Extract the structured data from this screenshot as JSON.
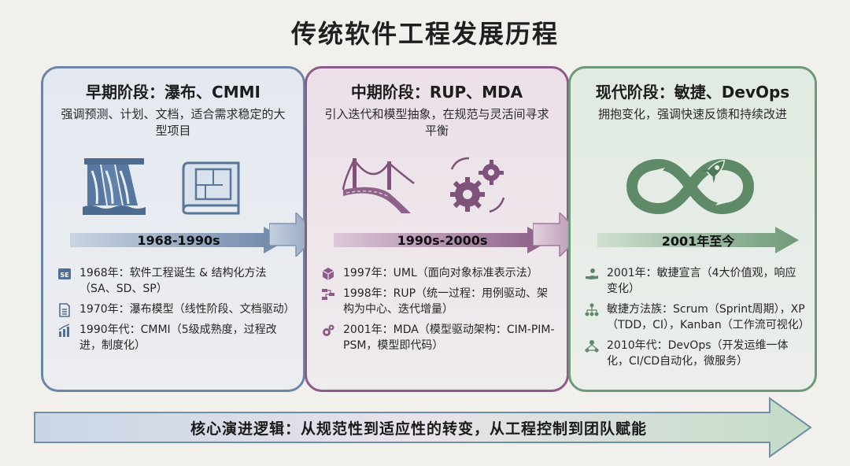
{
  "title": "传统软件工程发展历程",
  "colors": {
    "early": "#6d86a8",
    "mid": "#8a5c86",
    "modern": "#6f9a78"
  },
  "panels": [
    {
      "title": "早期阶段：瀑布、CMMI",
      "desc": "强调预测、计划、文档，适合需求稳定的大型项目",
      "icons": [
        "dam-icon",
        "blueprint-icon"
      ],
      "band": "1968-1990s",
      "items": [
        {
          "icon": "se-badge-icon",
          "text": "1968年：软件工程诞生 & 结构化方法（SA、SD、SP）"
        },
        {
          "icon": "document-icon",
          "text": "1970年：瀑布模型（线性阶段、文档驱动）"
        },
        {
          "icon": "bar-chart-icon",
          "text": "1990年代：CMMI（5级成熟度，过程改进，制度化）"
        }
      ]
    },
    {
      "title": "中期阶段：RUP、MDA",
      "desc": "引入迭代和模型抽象，在规范与灵活间寻求平衡",
      "icons": [
        "bridge-icon",
        "gears-icon"
      ],
      "band": "1990s-2000s",
      "items": [
        {
          "icon": "cube-icon",
          "text": "1997年：UML（面向对象标准表示法）"
        },
        {
          "icon": "process-icon",
          "text": "1998年：RUP（统一过程：用例驱动、架构为中心、迭代增量）"
        },
        {
          "icon": "gear-icon",
          "text": "2001年：MDA（模型驱动架构：CIM-PIM-PSM，模型即代码）"
        }
      ]
    },
    {
      "title": "现代阶段：敏捷、DevOps",
      "desc": "拥抱变化，强调快速反馈和持续改进",
      "icons": [
        "infinity-rocket-icon"
      ],
      "band": "2001年至今",
      "items": [
        {
          "icon": "hand-icon",
          "text": "2001年：敏捷宣言（4大价值观，响应变化）"
        },
        {
          "icon": "hierarchy-icon",
          "text": "敏捷方法族：Scrum（Sprint周期），XP（TDD，CI），Kanban（工作流可视化）"
        },
        {
          "icon": "network-icon",
          "text": "2010年代：DevOps（开发运维一体化，CI/CD自动化，微服务）"
        }
      ]
    }
  ],
  "bottom": "核心演进逻辑：从规范性到适应性的转变，从工程控制到团队赋能"
}
